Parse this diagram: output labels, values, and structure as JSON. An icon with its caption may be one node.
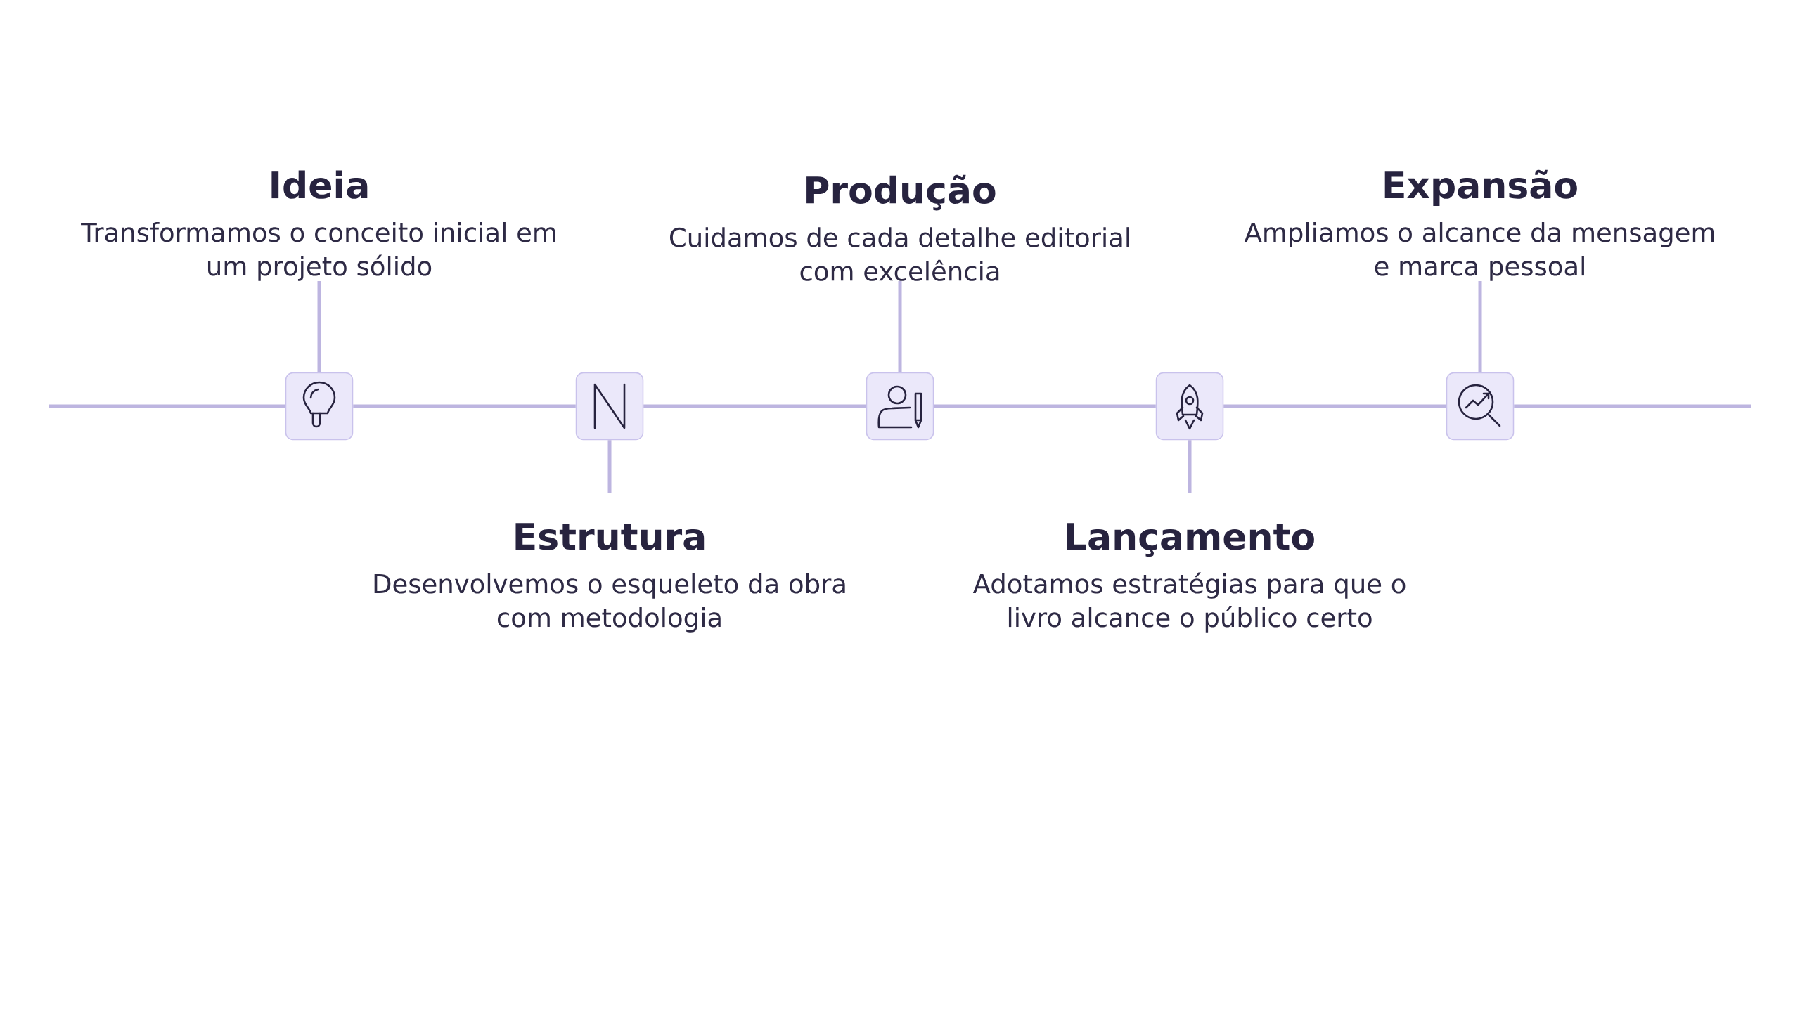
{
  "diagram": {
    "nodes": [
      {
        "text": [
          "Ideia",
          "Transformamos o conceito inicial em um projeto sólido"
        ]
      },
      {
        "text": [
          "Produção",
          "Cuidamos de cada detalhe editorial com excelência"
        ]
      },
      {
        "text": [
          "Expansão",
          "Ampliamos o alcance da mensagem e marca pessoal"
        ]
      },
      {
        "text": [],
        "shape": "box"
      },
      {
        "text": [],
        "shape": "box"
      },
      {
        "text": [],
        "shape": "box"
      },
      {
        "text": [],
        "shape": "box"
      },
      {
        "text": [],
        "shape": "box"
      },
      {
        "text": [
          "Estrutura",
          "Desenvolvemos o esqueleto da obra com metodologia"
        ]
      },
      {
        "text": [
          "Lançamento",
          "Adotamos estratégias para que o livro alcance o público certo"
        ]
      }
    ],
    "edges": [
      {
        "from": null,
        "to": 3,
        "arrow": "none"
      },
      {
        "from": 3,
        "to": 4,
        "arrow": "none"
      },
      {
        "from": 4,
        "to": 5,
        "arrow": "none"
      },
      {
        "from": 5,
        "to": 6,
        "arrow": "none"
      },
      {
        "from": 6,
        "to": 7,
        "arrow": "none"
      },
      {
        "from": 7,
        "to": null,
        "arrow": "none"
      },
      {
        "from": 3,
        "to": 0,
        "arrow": "none"
      },
      {
        "from": 5,
        "to": 1,
        "arrow": "none"
      },
      {
        "from": 7,
        "to": 2,
        "arrow": "none"
      },
      {
        "from": 4,
        "to": 8,
        "arrow": "none"
      },
      {
        "from": 6,
        "to": 9,
        "arrow": "none"
      }
    ]
  }
}
